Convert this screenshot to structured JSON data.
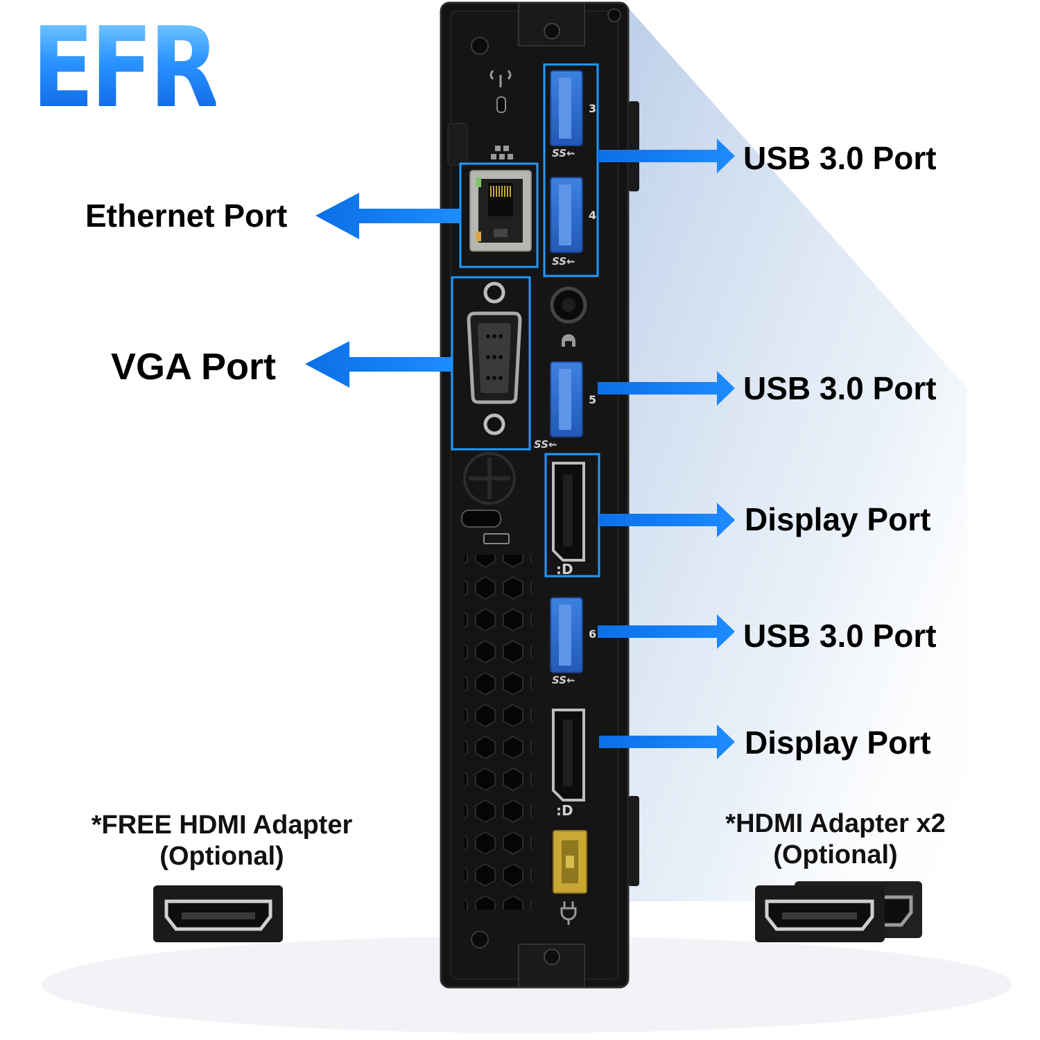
{
  "logo": {
    "text": "EFR"
  },
  "callouts": {
    "usb_top": "USB 3.0 Port",
    "ethernet": "Ethernet Port",
    "vga": "VGA Port",
    "usb_mid": "USB 3.0 Port",
    "display_top": "Display Port",
    "usb_low": "USB 3.0 Port",
    "display_low": "Display Port"
  },
  "port_numbers": {
    "usb_3": "3",
    "usb_4": "4",
    "usb_5": "5",
    "usb_6": "6"
  },
  "adapters": {
    "left": {
      "line1": "*FREE HDMI Adapter",
      "line2": "(Optional)"
    },
    "right": {
      "line1": "*HDMI Adapter x2",
      "line2": "(Optional)"
    }
  },
  "colors": {
    "highlight": "#1e9bff",
    "arrow": "#0a78f0",
    "chassis": "#111111",
    "usb_blue": "#2f6fcf",
    "power_yellow": "#c9a733"
  },
  "icons": [
    "wifi-antenna-icon",
    "lock-slot-icon",
    "network-icon",
    "headphone-icon",
    "usb-ss-icon",
    "displayport-icon",
    "power-icon"
  ]
}
